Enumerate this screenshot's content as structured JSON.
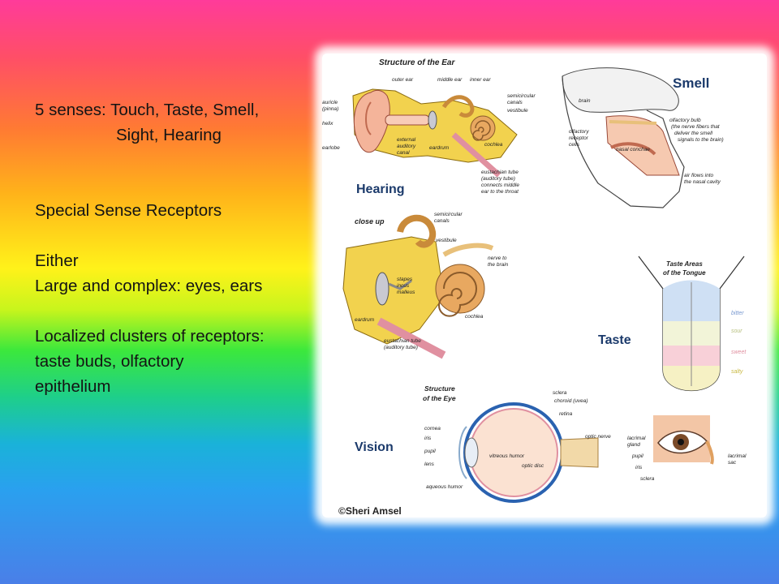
{
  "text_block": {
    "line1": "5 senses:  Touch, Taste, Smell,",
    "line2": "Sight, Hearing",
    "heading": "Special Sense Receptors",
    "either": "Either",
    "large": "Large and complex:  eyes, ears",
    "localized": "Localized clusters of receptors:",
    "taste_line": "taste buds, olfactory",
    "epi": "epithelium"
  },
  "figure": {
    "ear": {
      "title": "Structure of the Ear",
      "outer_ear": "outer ear",
      "middle_ear": "middle ear",
      "inner_ear": "inner ear",
      "auricle": "auricle",
      "pinna": "(pinna)",
      "helix": "helix",
      "earlobe": "earlobe",
      "external": "external",
      "auditory": "auditory",
      "canal": "canal",
      "eardrum": "eardrum",
      "semicircular": "semicircular",
      "canals": "canals",
      "vestibule": "vestibule",
      "cochlea": "cochlea",
      "eustachian": "eustachian tube",
      "auditory_tube": "(auditory tube)",
      "connects": "connects middle",
      "ear_throat": "ear to the throat"
    },
    "hearing": "Hearing",
    "closeup": {
      "title": "close up",
      "semicircular": "semicircular",
      "canals": "canals",
      "vestibule": "vestibule",
      "nerve": "nerve to",
      "brain": "the brain",
      "stapes": "stapes",
      "incus": "incus",
      "malleus": "malleus",
      "cochlea": "cochlea",
      "eardrum": "eardrum",
      "eustachian": "eustachian tube",
      "auditory_tube": "(auditory tube)"
    },
    "smell": {
      "title": "Smell",
      "brain": "brain",
      "bulb": "olfactory bulb",
      "bulb_note1": "(the nerve fibers that",
      "bulb_note2": "deliver the smell",
      "bulb_note3": "signals to the brain)",
      "olfactory": "olfactory",
      "receptor": "receptor",
      "cells": "cells",
      "conchae": "nasal conchae",
      "air1": "air flows into",
      "air2": "the nasal cavity"
    },
    "taste": {
      "title": "Taste",
      "areas1": "Taste Areas",
      "areas2": "of the Tongue",
      "bitter": "bitter",
      "sour": "sour",
      "sweet": "sweet",
      "salty": "salty"
    },
    "eye": {
      "title1": "Structure",
      "title2": "of the Eye",
      "sclera": "sclera",
      "choroid": "choroid (uvea)",
      "retina": "retina",
      "cornea": "cornea",
      "iris": "iris",
      "pupil": "pupil",
      "lens": "lens",
      "aqueous": "aqueous humor",
      "vitreous": "vitreous humor",
      "optic_nerve": "optic nerve",
      "optic_disc": "optic disc",
      "lacrimal_gland1": "lacrimal",
      "lacrimal_gland2": "gland",
      "pupil2": "pupil",
      "iris2": "iris",
      "sclera2": "sclera",
      "lacrimal_sac1": "lacrimal",
      "lacrimal_sac2": "sac"
    },
    "vision": "Vision",
    "credit": "©Sheri Amsel"
  }
}
